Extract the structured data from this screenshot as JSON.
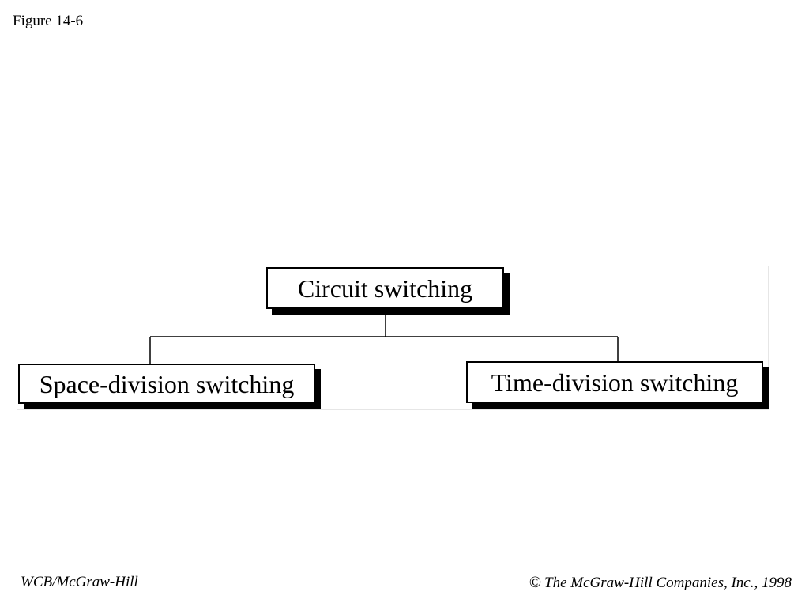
{
  "figure": {
    "label": "Figure 14-6"
  },
  "diagram": {
    "root": {
      "label": "Circuit switching"
    },
    "children": [
      {
        "label": "Space-division switching"
      },
      {
        "label": "Time-division switching"
      }
    ]
  },
  "footer": {
    "publisher": "WCB/McGraw-Hill",
    "copyright_symbol": "©",
    "copyright_text": "The McGraw-Hill Companies, Inc., 1998"
  }
}
